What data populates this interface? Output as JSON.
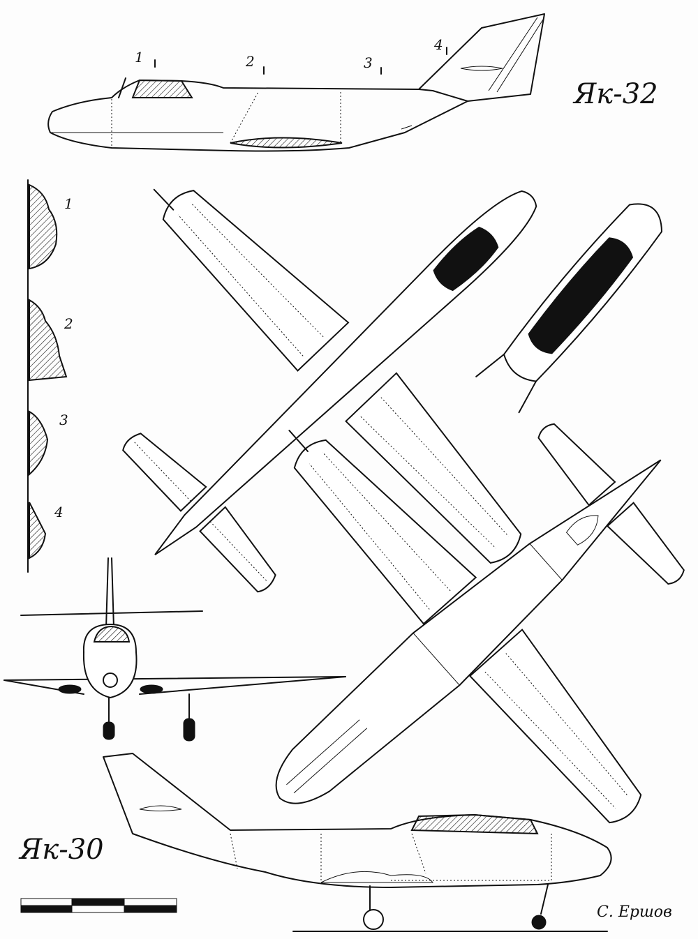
{
  "titles": {
    "top_aircraft": "Як-32",
    "bottom_aircraft": "Як-30"
  },
  "section_markers": [
    "1",
    "2",
    "3",
    "4"
  ],
  "section_labels": [
    "1",
    "2",
    "3",
    "4"
  ],
  "author": "С. Ершов",
  "colors": {
    "ink": "#111111",
    "paper": "#fdfdfd"
  }
}
